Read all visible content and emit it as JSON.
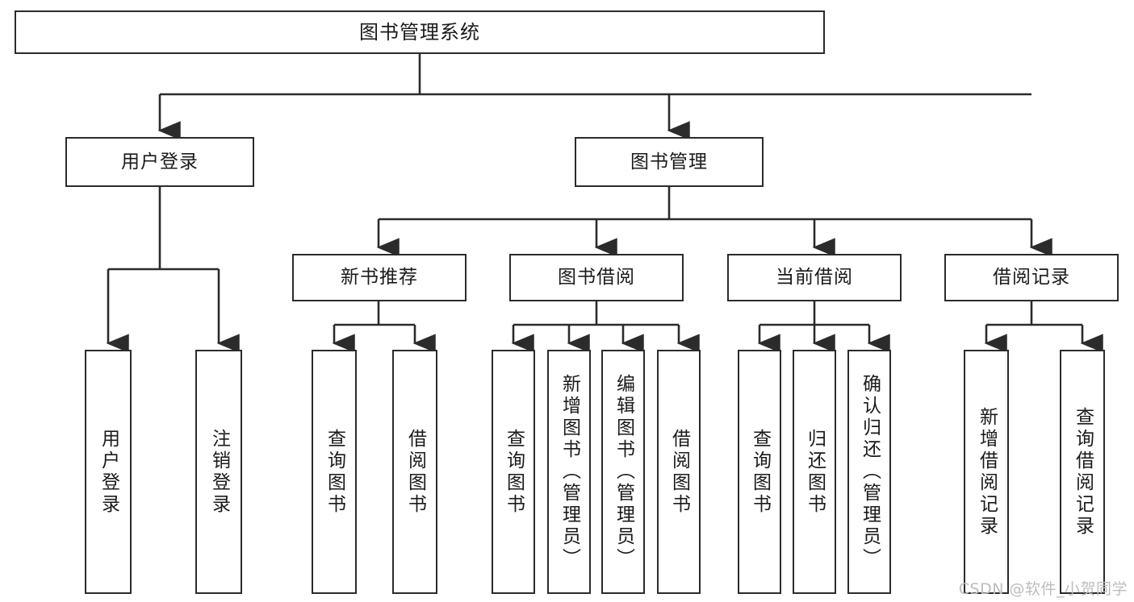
{
  "diagram": {
    "type": "tree",
    "title": "图书管理系统",
    "orientation": "top-down",
    "edge_color": "#2b2b2b",
    "box_border_color": "#2b2b2b",
    "box_fill_color": "#ffffff",
    "text_color": "#1a1a1a"
  },
  "nodes": {
    "root": {
      "label": "图书管理系统",
      "level": 1
    },
    "l2": [
      {
        "id": "user-login",
        "label": "用户登录",
        "level": 2
      },
      {
        "id": "book-manage",
        "label": "图书管理",
        "level": 2
      }
    ],
    "l3": [
      {
        "id": "new-book-recommend",
        "label": "新书推荐",
        "level": 3
      },
      {
        "id": "book-borrow",
        "label": "图书借阅",
        "level": 3
      },
      {
        "id": "current-borrow",
        "label": "当前借阅",
        "level": 3
      },
      {
        "id": "borrow-record",
        "label": "借阅记录",
        "level": 3
      }
    ],
    "leaves": [
      {
        "id": "leaf-user-login",
        "label": "用户登录",
        "parent": "user-login"
      },
      {
        "id": "leaf-logout",
        "label": "注销登录",
        "parent": "user-login"
      },
      {
        "id": "leaf-query-book-1",
        "label": "查询图书",
        "parent": "new-book-recommend"
      },
      {
        "id": "leaf-borrow-book-1",
        "label": "借阅图书",
        "parent": "new-book-recommend"
      },
      {
        "id": "leaf-query-book-2",
        "label": "查询图书",
        "parent": "book-borrow"
      },
      {
        "id": "leaf-add-book",
        "label": "新增图书（管理员）",
        "parent": "book-borrow"
      },
      {
        "id": "leaf-edit-book",
        "label": "编辑图书（管理员）",
        "parent": "book-borrow"
      },
      {
        "id": "leaf-borrow-book-2",
        "label": "借阅图书",
        "parent": "book-borrow"
      },
      {
        "id": "leaf-query-book-3",
        "label": "查询图书",
        "parent": "current-borrow"
      },
      {
        "id": "leaf-return-book",
        "label": "归还图书",
        "parent": "current-borrow"
      },
      {
        "id": "leaf-confirm-return",
        "label": "确认归还（管理员）",
        "parent": "current-borrow"
      },
      {
        "id": "leaf-add-record",
        "label": "新增借阅记录",
        "parent": "borrow-record"
      },
      {
        "id": "leaf-query-record",
        "label": "查询借阅记录",
        "parent": "borrow-record"
      }
    ]
  },
  "watermark": {
    "text": "CSDN @软件_小贺同学"
  }
}
